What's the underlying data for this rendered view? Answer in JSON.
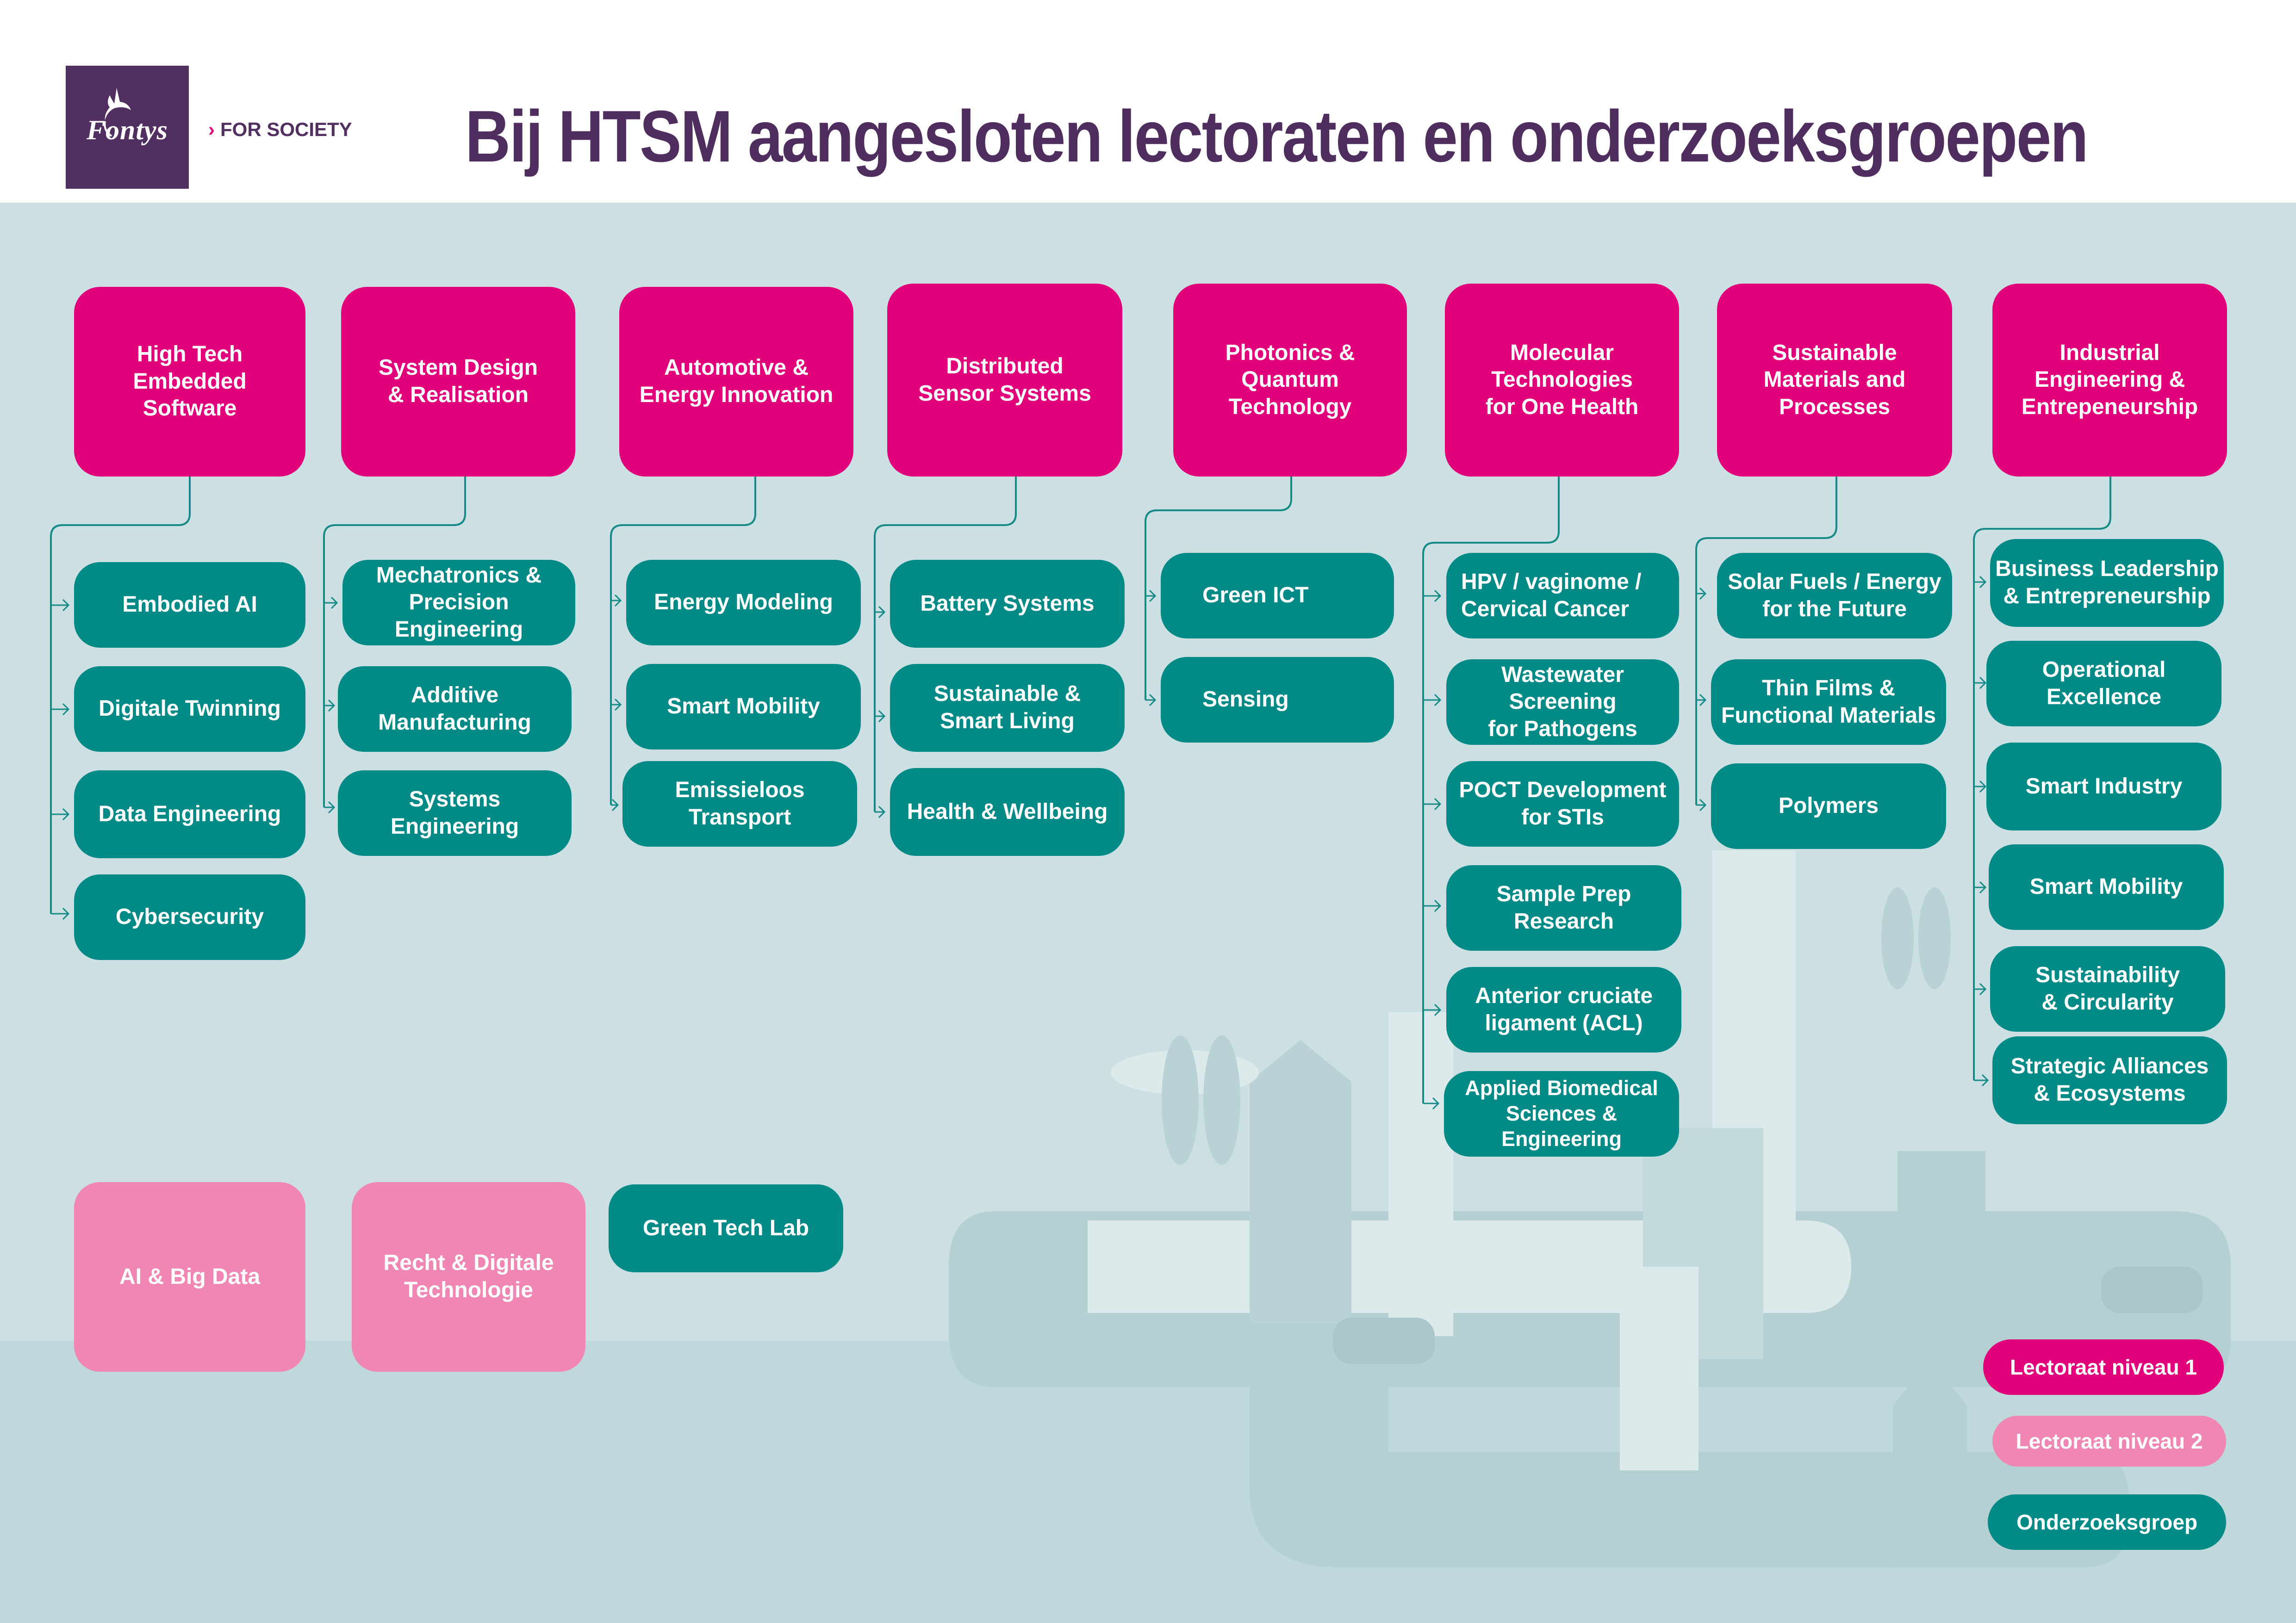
{
  "header": {
    "logo_text": "Fontys",
    "tagline_chevron": "›",
    "tagline": "FOR SOCIETY",
    "title": "Bij HTSM aangesloten lectoraten en onderzoeksgroepen"
  },
  "colors": {
    "title_purple": "#4F2D5F",
    "logo_purple": "#512F60",
    "lectoraat_niveau_1": "#E2007A",
    "lectoraat_niveau_2": "#F086B4",
    "onderzoeksgroep": "#028A87",
    "background": "#CCDFE3"
  },
  "lectorates": [
    {
      "label": "High Tech\nEmbedded\nSoftware",
      "groups": [
        "Embodied AI",
        "Digitale Twinning",
        "Data Engineering",
        "Cybersecurity"
      ]
    },
    {
      "label": "System Design\n& Realisation",
      "groups": [
        "Mechatronics &\nPrecision Engineering",
        "Additive\nManufacturing",
        "Systems\nEngineering"
      ]
    },
    {
      "label": "Automotive &\nEnergy Innovation",
      "groups": [
        "Energy Modeling",
        "Smart Mobility",
        "Emissieloos\nTransport"
      ]
    },
    {
      "label": "Distributed\nSensor Systems",
      "groups": [
        "Battery Systems",
        "Sustainable &\nSmart Living",
        "Health & Wellbeing"
      ]
    },
    {
      "label": "Photonics &\nQuantum\nTechnology",
      "groups": [
        "Green ICT",
        "Sensing"
      ]
    },
    {
      "label": "Molecular\nTechnologies\nfor One Health",
      "groups": [
        "HPV / vaginome /\nCervical Cancer",
        "Wastewater Screening\nfor Pathogens",
        "POCT Development\nfor STIs",
        "Sample Prep Research",
        "Anterior cruciate\nligament (ACL)",
        "Applied Biomedical\nSciences & Engineering"
      ]
    },
    {
      "label": "Sustainable\nMaterials and\nProcesses",
      "groups": [
        "Solar Fuels / Energy\nfor the Future",
        "Thin Films &\nFunctional Materials",
        "Polymers"
      ]
    },
    {
      "label": "Industrial\nEngineering &\nEntrepeneurship",
      "groups": [
        "Business Leadership\n& Entrepreneurship",
        "Operational\nExcellence",
        "Smart Industry",
        "Smart Mobility",
        "Sustainability\n& Circularity",
        "Strategic Alliances\n& Ecosystems"
      ]
    }
  ],
  "standalone": {
    "level2": [
      "AI & Big Data",
      "Recht & Digitale\nTechnologie"
    ],
    "research_group": "Green Tech Lab"
  },
  "legend": {
    "level1": "Lectoraat niveau 1",
    "level2": "Lectoraat niveau 2",
    "research_group": "Onderzoeksgroep"
  }
}
